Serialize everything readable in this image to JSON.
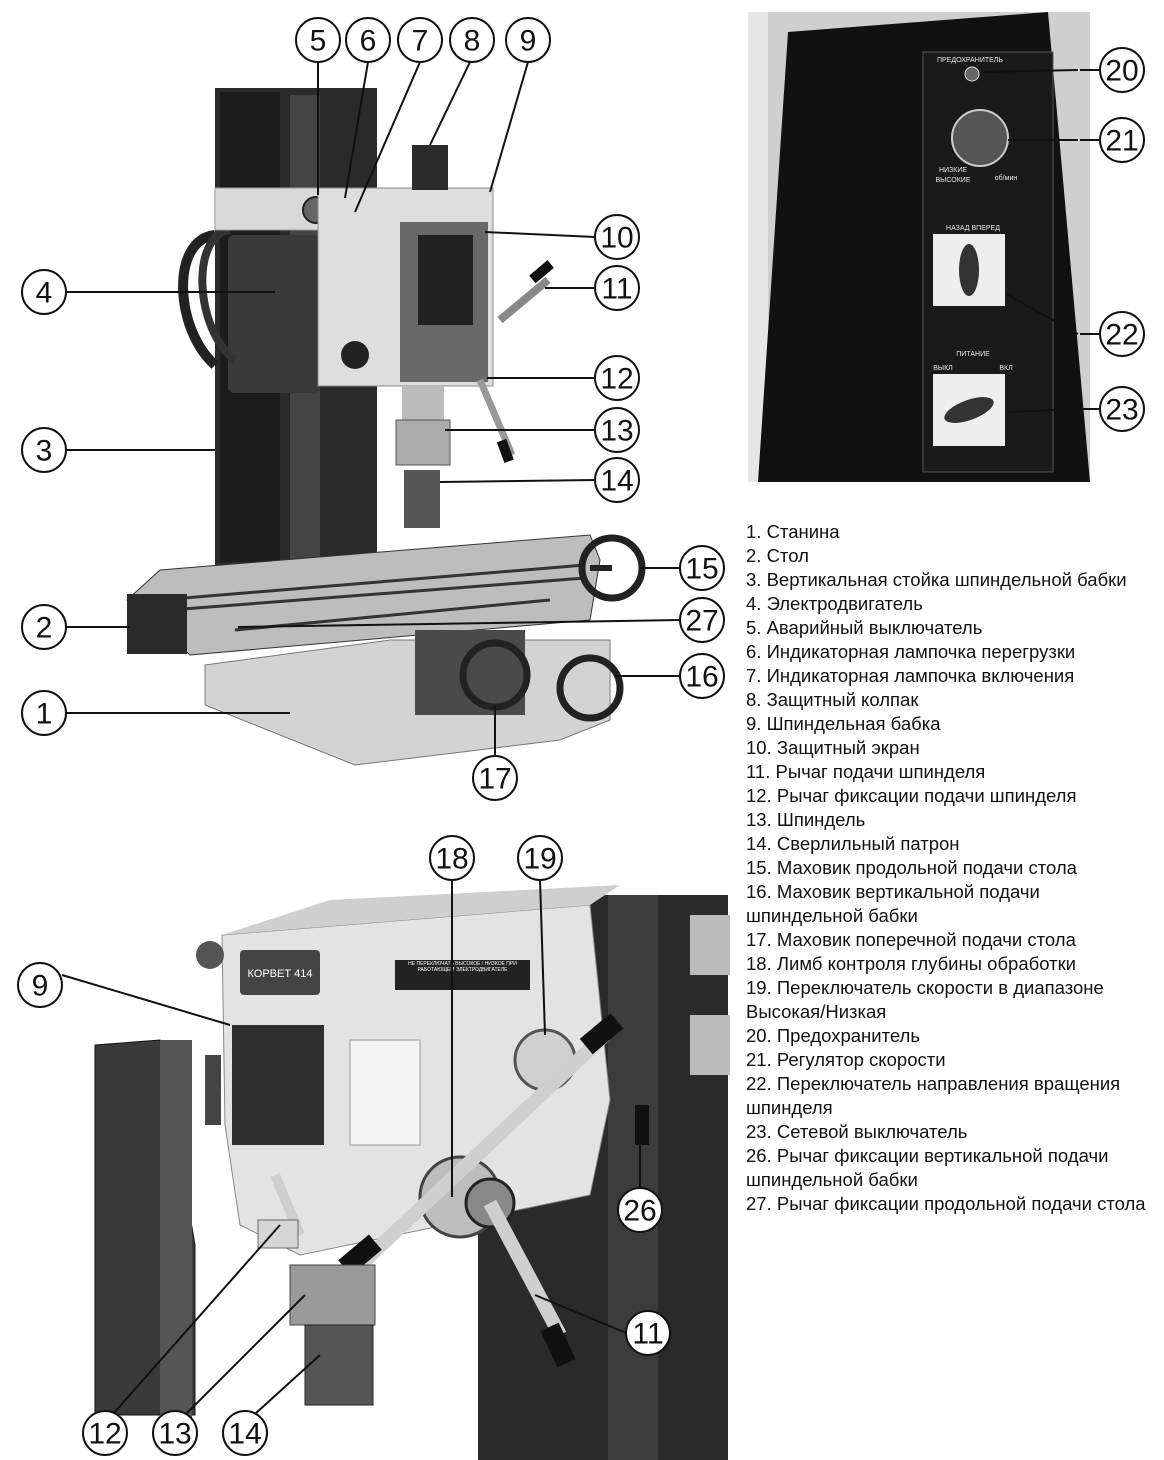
{
  "callouts": {
    "main": [
      "5",
      "6",
      "7",
      "8",
      "9",
      "10",
      "4",
      "11",
      "12",
      "3",
      "13",
      "14",
      "15",
      "2",
      "27",
      "16",
      "1",
      "17"
    ],
    "panel": [
      "20",
      "21",
      "22",
      "23"
    ],
    "head": [
      "18",
      "19",
      "9",
      "26",
      "11",
      "12",
      "13",
      "14"
    ]
  },
  "panel_labels": {
    "fuse": "ПРЕДОХРАНИТЕЛЬ",
    "direction": "НАЗАД   ВПЕРЕД",
    "power": "ПИТАНИЕ",
    "power_off": "ВЫКЛ",
    "power_on": "ВКЛ",
    "speed_low": "НИЗКИЕ",
    "speed_high": "ВЫСОКИЕ",
    "speed_unit": "об/мин"
  },
  "head_labels": {
    "brand": "КОРВЕТ 414",
    "warning": "НЕ ПЕРЕКЛЮЧАТЬ ВЫСОКОЕ / НИЗКОЕ ПРИ РАБОТАЮЩЕМ ЭЛЕКТРОДВИГАТЕЛЕ"
  },
  "legend": [
    "1. Станина",
    "2. Стол",
    "3. Вертикальная стойка шпиндельной бабки",
    "4. Электродвигатель",
    "5. Аварийный выключатель",
    "6. Индикаторная лампочка перегрузки",
    "7. Индикаторная лампочка включения",
    "8. Защитный колпак",
    "9. Шпиндельная бабка",
    "10. Защитный экран",
    "11. Рычаг подачи шпинделя",
    "12. Рычаг фиксации подачи шпинделя",
    "13. Шпиндель",
    "14. Сверлильный патрон",
    "15. Маховик продольной подачи стола",
    "16. Маховик вертикальной подачи шпиндельной бабки",
    "17. Маховик поперечной подачи стола",
    "18. Лимб контроля глубины обработки",
    "19. Переключатель скорости в диапазоне Высокая/Низкая",
    "20. Предохранитель",
    "21. Регулятор скорости",
    "22. Переключатель направления вращения шпинделя",
    "23. Сетевой выключатель",
    "26. Рычаг фиксации вертикальной подачи шпиндельной бабки",
    "27. Рычаг фиксации продольной подачи стола"
  ]
}
